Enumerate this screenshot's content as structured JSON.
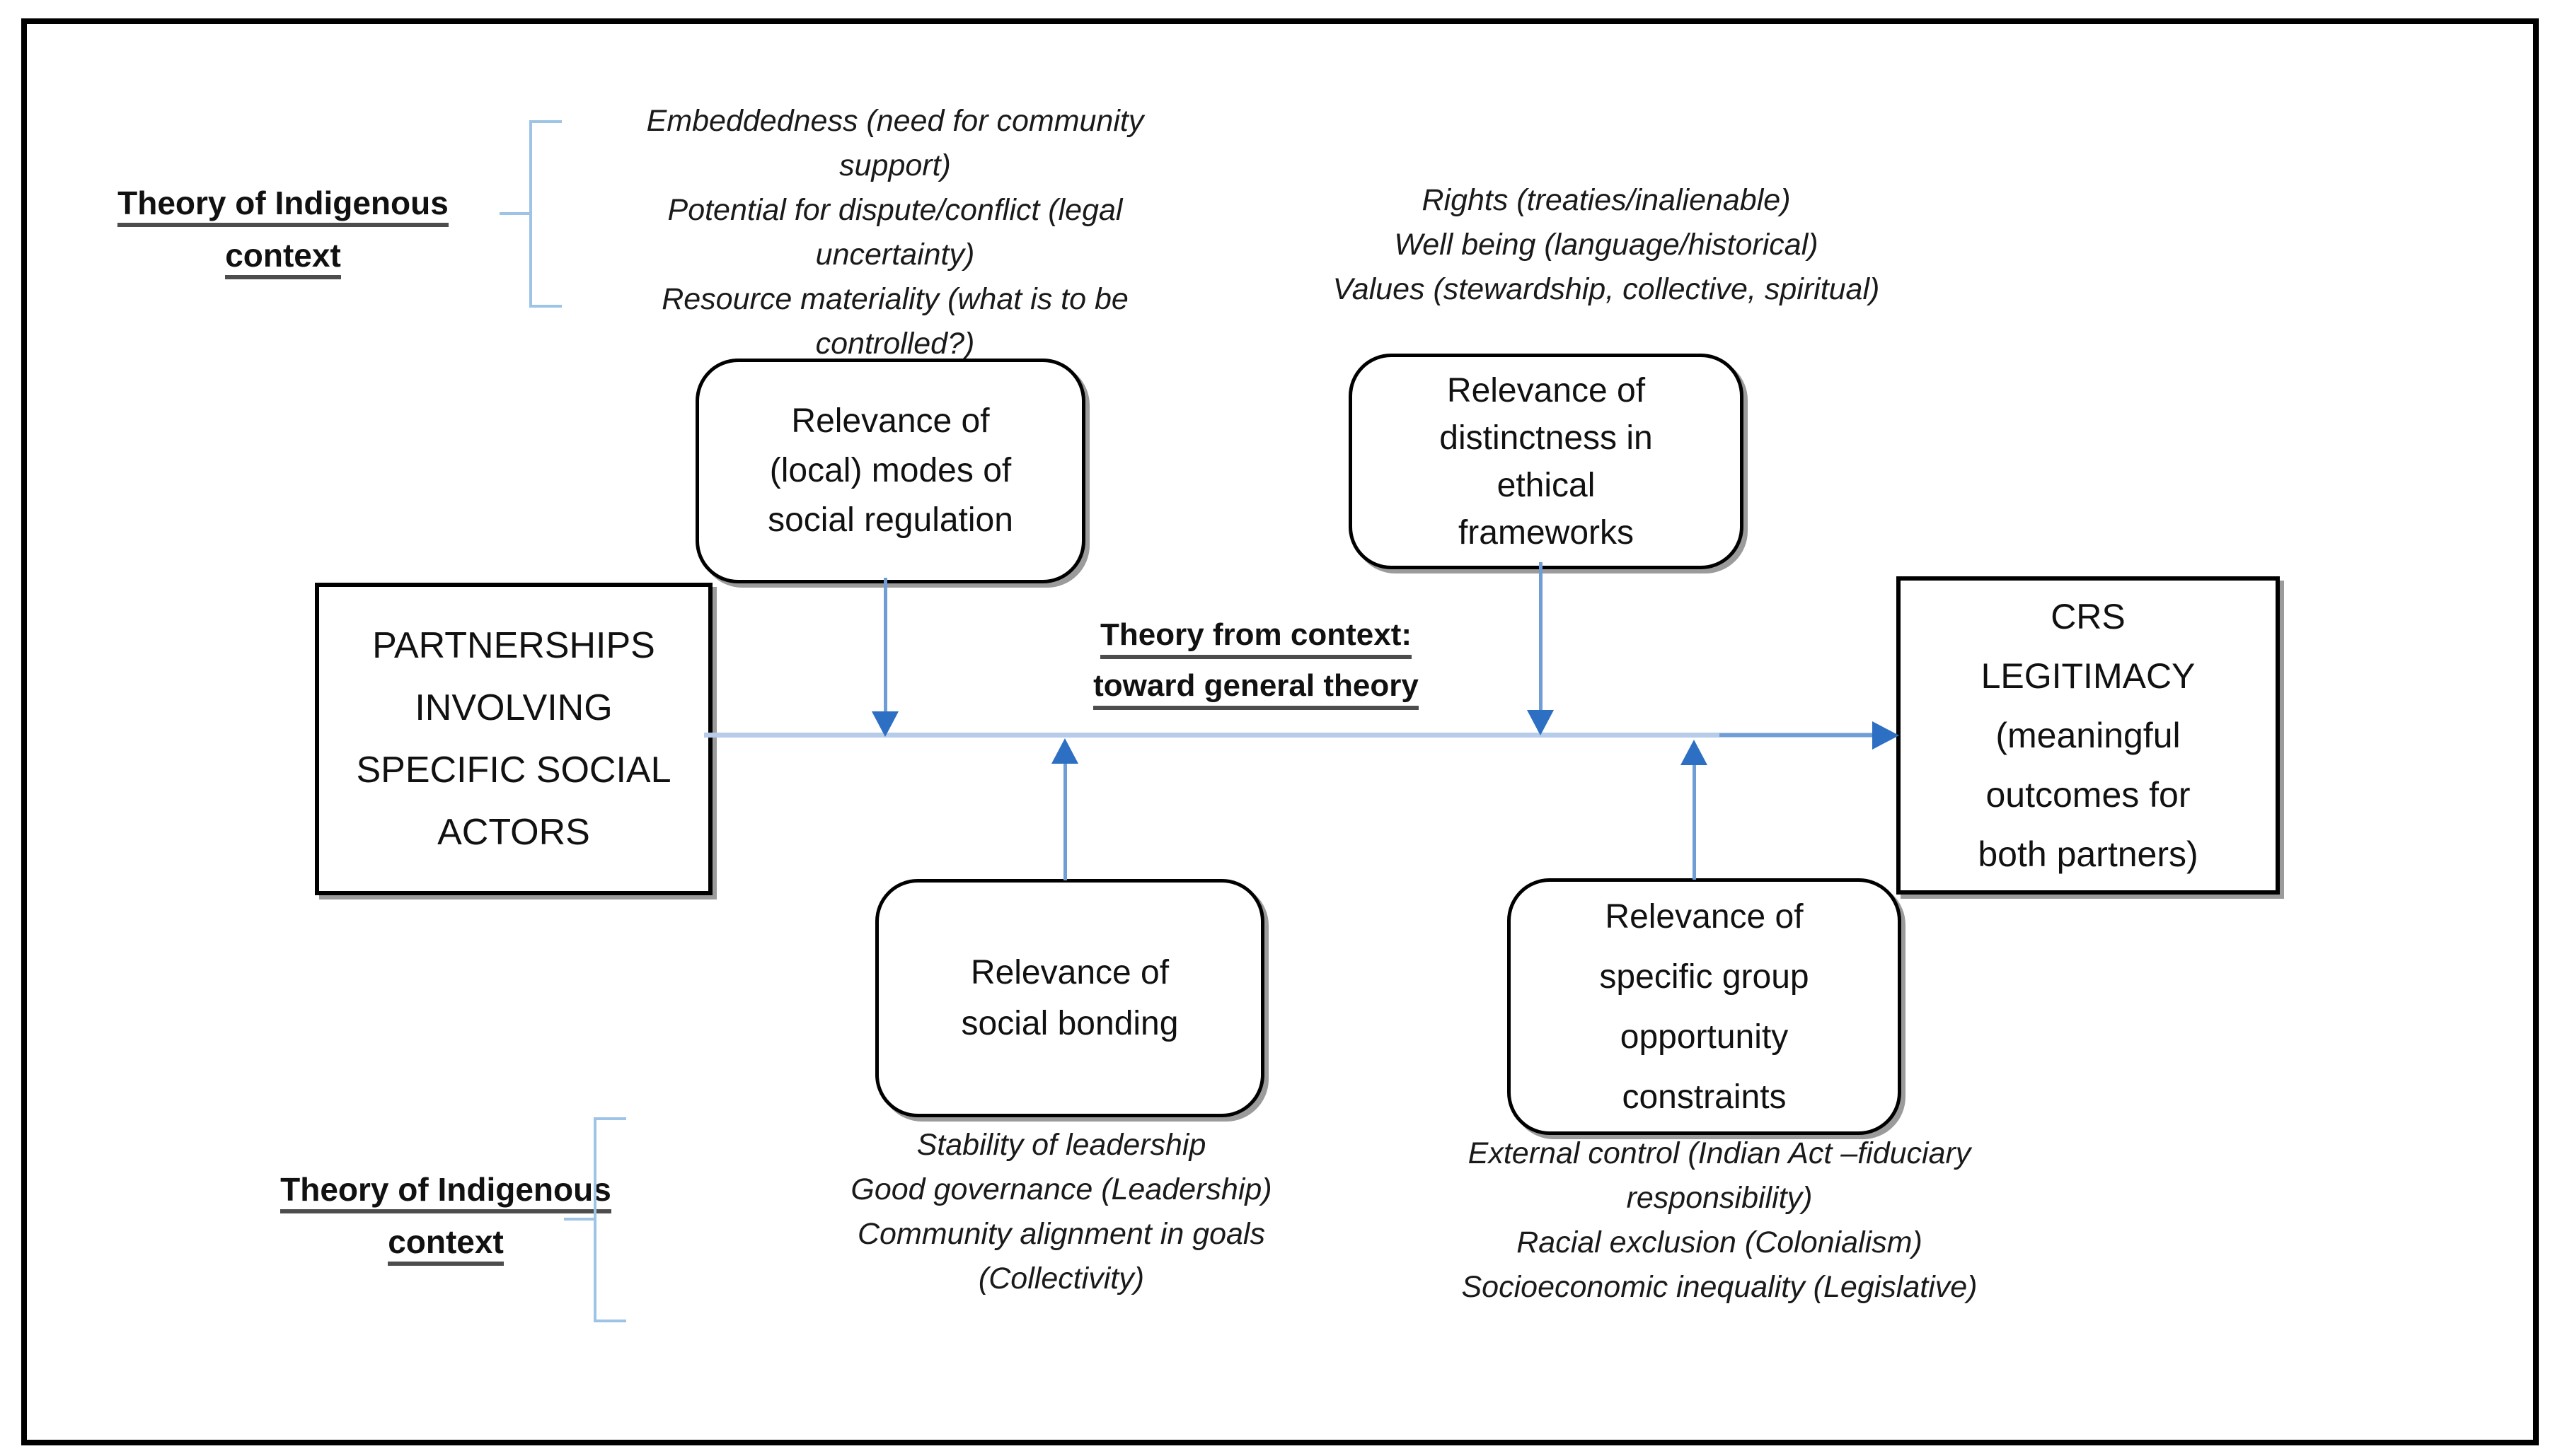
{
  "title": "Theory-from-context partnership legitimacy framework",
  "labels": {
    "top_left": {
      "line1": "Theory of Indigenous",
      "line2": "context"
    },
    "bottom_left": {
      "line1": "Theory of Indigenous",
      "line2": "context"
    },
    "center": {
      "line1": "Theory from context:",
      "line2": "toward general theory"
    }
  },
  "annotations": {
    "top_context": {
      "lines": [
        "Embeddedness (need for community",
        "support)",
        "Potential for dispute/conflict (legal",
        "uncertainty)",
        "Resource materiality (what is to be",
        "controlled?)"
      ]
    },
    "right_context": {
      "lines": [
        "Rights (treaties/inalienable)",
        "Well being (language/historical)",
        "Values (stewardship, collective, spiritual)"
      ]
    },
    "bottom_mid_context": {
      "lines": [
        "Stability of leadership",
        "Good governance (Leadership)",
        "Community alignment in goals",
        "(Collectivity)"
      ]
    },
    "bottom_right_context": {
      "lines": [
        "External control (Indian Act –fiduciary",
        "responsibility)",
        "Racial exclusion (Colonialism)",
        "Socioeconomic inequality (Legislative)"
      ]
    }
  },
  "boxes": {
    "partnerships": {
      "lines": [
        "PARTNERSHIPS",
        "INVOLVING",
        "SPECIFIC SOCIAL",
        "ACTORS"
      ]
    },
    "modes": {
      "lines": [
        "Relevance of",
        "(local) modes of",
        "social regulation"
      ]
    },
    "distinctness": {
      "lines": [
        "Relevance of",
        "distinctness in",
        "ethical",
        "frameworks"
      ]
    },
    "crs": {
      "lines": [
        "CRS",
        "LEGITIMACY",
        "(meaningful",
        "outcomes for",
        "both partners)"
      ]
    },
    "bonding": {
      "lines": [
        "Relevance of",
        "social bonding"
      ]
    },
    "constraints": {
      "lines": [
        "Relevance of",
        "specific group",
        "opportunity",
        "constraints"
      ]
    }
  },
  "icons": {
    "left_brace_top": "left-curly-brace",
    "left_brace_bottom": "left-curly-brace",
    "arrowheads": [
      "down",
      "down",
      "up",
      "up",
      "right"
    ]
  },
  "colors": {
    "connector_light": "#b6cce9",
    "connector_mid": "#6f9ed6",
    "arrowhead": "#2d6fc2",
    "brace": "#9dc3e6",
    "underline": "#4d4d4d",
    "box_border": "#000000",
    "shadow": "#9b9b9b",
    "background": "#ffffff"
  }
}
